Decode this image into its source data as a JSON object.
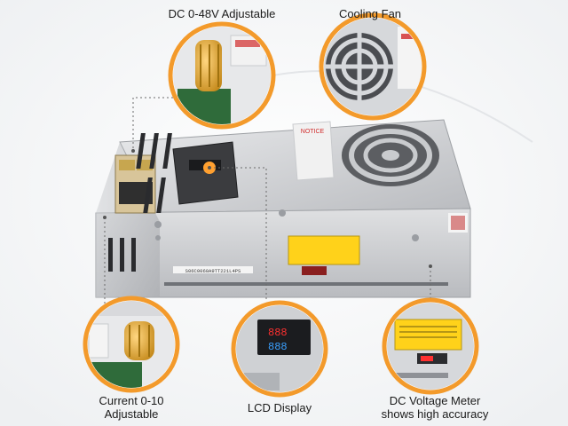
{
  "labels": {
    "voltage_adjust": "DC 0-48V Adjustable",
    "cooling_fan": "Cooling Fan",
    "current_adjust_line1": "Current 0-10",
    "current_adjust_line2": "Adjustable",
    "lcd_display": "LCD Display",
    "voltage_meter_line1": "DC Voltage Meter",
    "voltage_meter_line2": "shows high accuracy"
  },
  "product": {
    "notice_text": "NOTICE",
    "serial_number": "S06C0060A9TT221L4PS"
  },
  "colors": {
    "accent": "#f39a2b",
    "accent_light": "#ffb347",
    "metal": "#c9cbce",
    "metal_dark": "#8e9196",
    "warning_label": "#ffd21a",
    "lcd_red": "#ff3030",
    "lcd_blue": "#3aa0ff"
  },
  "icons": [
    "voltage-knob-icon",
    "cooling-fan-icon",
    "current-knob-icon",
    "lcd-display-icon",
    "voltage-meter-icon"
  ]
}
